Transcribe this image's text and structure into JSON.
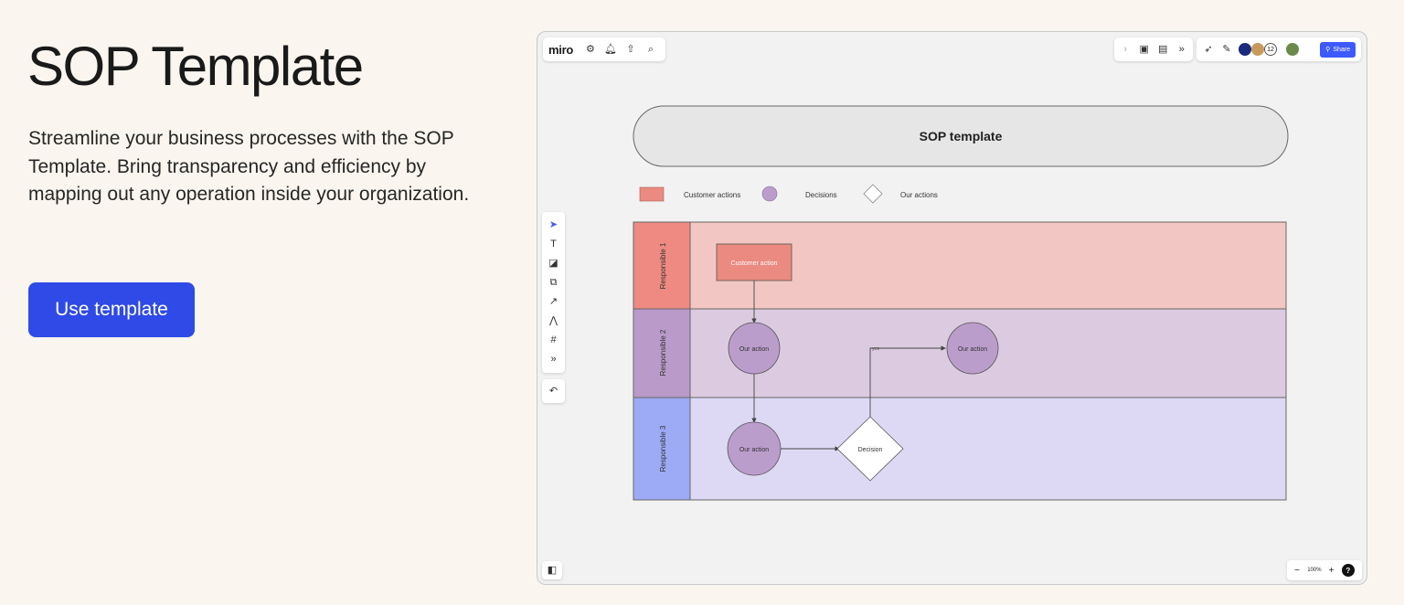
{
  "hero": {
    "title": "SOP Template",
    "description": "Streamline your business processes with the SOP Template. Bring transparency and efficiency by mapping out any operation inside your organization.",
    "cta_label": "Use template",
    "accent": "#2f4ae6"
  },
  "board": {
    "logo": "miro",
    "toolbar_left_icons": [
      "gear-icon",
      "bell-icon",
      "upload-icon",
      "search-icon"
    ],
    "toolbar_mid_icons": [
      "chevron-right-icon",
      "present-icon",
      "notes-icon",
      "chevron-down-icon"
    ],
    "collaborator_count": "12",
    "share_label": "Share",
    "zoom_level": "100%",
    "help_label": "?",
    "side_tools": [
      "select-icon",
      "text-icon",
      "sticky-note-icon",
      "shapes-icon",
      "arrow-icon",
      "pen-icon",
      "frame-icon",
      "more-icon"
    ]
  },
  "diagram": {
    "title": "SOP template",
    "legend": {
      "customer": "Customer actions",
      "decisions": "Decisions",
      "ours": "Our actions"
    },
    "lanes": [
      "Responsible 1",
      "Responsible 2",
      "Responsible 3"
    ],
    "nodes": {
      "customer_action": "Customer action",
      "our_action_1": "Our action",
      "our_action_2": "Our action",
      "our_action_3": "Our action",
      "decision": "Decision"
    },
    "edge_label": "yes",
    "colors": {
      "lane1": "#f2c6c2",
      "lane1_header": "#ee8a82",
      "lane2": "#dccbe0",
      "lane2_header": "#b99ac9",
      "lane3": "#ddd9f5",
      "lane3_header": "#9daaf5",
      "customer_box": "#ea8a80",
      "our_circle": "#bb9dcc",
      "pill": "#e6e6e6"
    }
  }
}
